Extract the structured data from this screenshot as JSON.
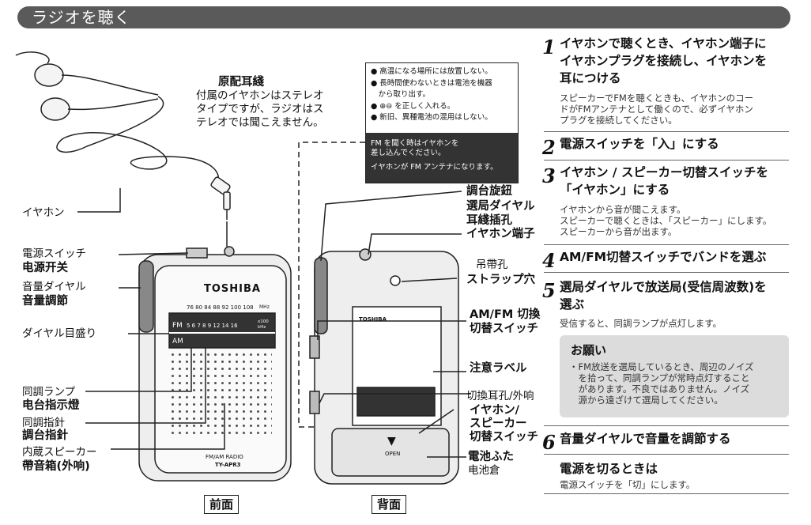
{
  "header": {
    "title": "ラジオを聴く"
  },
  "diagram_labels": {
    "earphone_title": "原配耳綫",
    "earphone_note": [
      "付属のイヤホンはステレオ",
      "タイプですが、ラジオはス",
      "テレオでは聞こえません。"
    ],
    "earphone": "イヤホン",
    "power_switch_jp": "電源スイッチ",
    "power_switch_cn": "电源开关",
    "volume_dial_jp": "音量ダイヤル",
    "volume_dial_cn": "音量調節",
    "dial_scale": "ダイヤル目盛り",
    "tune_lamp_jp": "同調ランプ",
    "tune_lamp_cn": "电台指示燈",
    "tune_needle_jp": "同調指針",
    "tune_needle_cn": "調台指針",
    "speaker_jp": "内蔵スピーカー",
    "speaker_cn": "帶音箱(外响)",
    "tuning_knob_cn": "調台旋鈕",
    "tuning_dial_jp": "選局ダイヤル",
    "jack_cn": "耳綫插孔",
    "jack_jp": "イヤホン端子",
    "strap_cn": "吊帶孔",
    "strap_jp": "ストラップ穴",
    "band_switch_cn": "AM/FM 切換",
    "band_switch_jp": "切替スイッチ",
    "caution_label": "注意ラベル",
    "out_switch_cn": "切換耳孔/外响",
    "out_switch_jp": [
      "イヤホン/",
      "スピーカー",
      "切替スイッチ"
    ],
    "battery_jp": "電池ふた",
    "battery_cn": "电池倉",
    "front": "前面",
    "back": "背面"
  },
  "radio": {
    "brand": "TOSHIBA",
    "fm": "FM",
    "am": "AM",
    "fm_scale": "76 80 84 88 92 100 108",
    "fm_unit": "MHz",
    "am_scale": "5 6 7 8 9 12 14 16",
    "am_unit": "x100 kHz",
    "model_line": "FM/AM RADIO",
    "model": "TY-APR3",
    "open": "OPEN"
  },
  "warning": {
    "items": [
      "● 高温になる場所には放置しない。",
      "● 長時間使わないときは電池を機器",
      "　から取り出す。",
      "● ⊕⊖ を正しく入れる。",
      "● 新旧、異種電池の混用はしない。"
    ],
    "dark": [
      "FM を聞く時はイヤホンを",
      "差し込んでください。",
      "イヤホンが FM アンテナになります。"
    ]
  },
  "steps": [
    {
      "num": "1",
      "lines": [
        "イヤホンで聴くとき、イヤホン端子に",
        "イヤホンプラグを接続し、イヤホンを",
        "耳につける"
      ],
      "sub": [
        "スピーカーでFMを聴くときも、イヤホンのコー",
        "ドがFMアンテナとして働くので、必ずイヤホン",
        "プラグを接続してください。"
      ]
    },
    {
      "num": "2",
      "lines": [
        "電源スイッチを「入」にする"
      ],
      "sub": []
    },
    {
      "num": "3",
      "lines": [
        "イヤホン / スピーカー切替スイッチを",
        "「イヤホン」にする"
      ],
      "sub": [
        "イヤホンから音が聞こえます。",
        "スピーカーで聴くときは、「スピーカー」にします。",
        "スピーカーから音が出ます。"
      ]
    },
    {
      "num": "4",
      "lines": [
        "AM/FM切替スイッチでバンドを選ぶ"
      ],
      "sub": []
    },
    {
      "num": "5",
      "lines": [
        "選局ダイヤルで放送局(受信周波数)を",
        "選ぶ"
      ],
      "sub": [
        "受信すると、同調ランプが点灯します。"
      ]
    },
    {
      "num": "6",
      "lines": [
        "音量ダイヤルで音量を調節する"
      ],
      "sub": []
    }
  ],
  "note": {
    "title": "お願い",
    "body": [
      "・FM放送を選局しているとき、周辺のノイズ",
      "　を拾って、同調ランプが常時点灯すること",
      "　があります。不良ではありません。ノイズ",
      "　源から遠ざけて選局してください。"
    ]
  },
  "power_off": {
    "title": "電源を切るときは",
    "body": "電源スイッチを「切」にします。"
  }
}
